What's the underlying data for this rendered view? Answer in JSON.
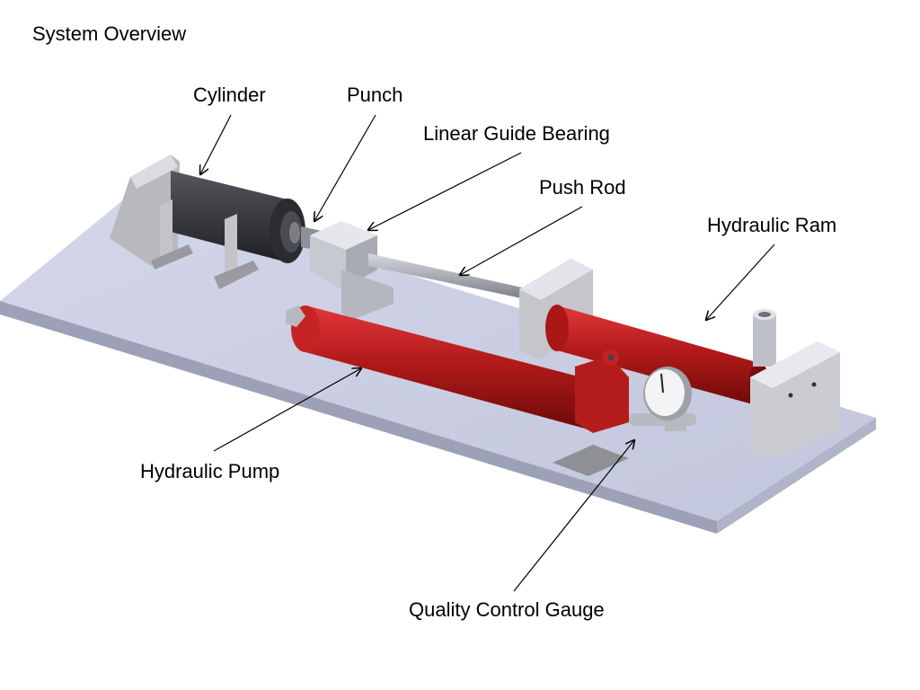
{
  "slide": {
    "title": "System Overview",
    "labels": {
      "cylinder": "Cylinder",
      "punch": "Punch",
      "linear_guide_bearing": "Linear Guide Bearing",
      "push_rod": "Push Rod",
      "hydraulic_ram": "Hydraulic Ram",
      "hydraulic_pump": "Hydraulic Pump",
      "quality_control_gauge": "Quality Control Gauge"
    }
  },
  "colors": {
    "base_plate": "#c9cde3",
    "cylinder_body": "#3a3b3f",
    "hydraulic_red": "#b01818",
    "bracket_gray": "#c8c8cc",
    "rod_steel": "#a5a7ad"
  }
}
